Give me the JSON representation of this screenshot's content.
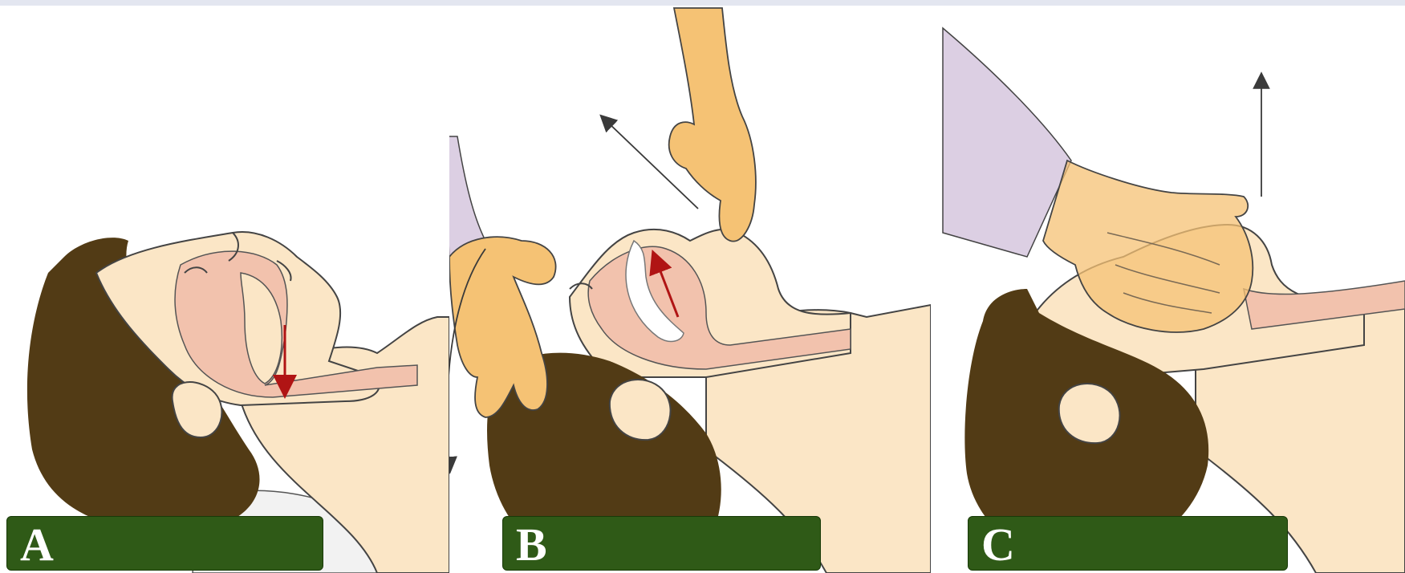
{
  "panels": [
    {
      "id": "a",
      "label": "A"
    },
    {
      "id": "b",
      "label": "B"
    },
    {
      "id": "c",
      "label": "C"
    }
  ],
  "colors": {
    "skin": "#fbe6c6",
    "mucosa": "#f2c2ad",
    "hair": "#523b15",
    "glove": "#f5c274",
    "sleeve": "#dccfe3",
    "pillow": "#2f5a17",
    "red_arrow": "#b01414",
    "black_arrow": "#3a3a3a"
  },
  "icons": [
    "head-icon",
    "hand-icon",
    "arrow-icon"
  ]
}
